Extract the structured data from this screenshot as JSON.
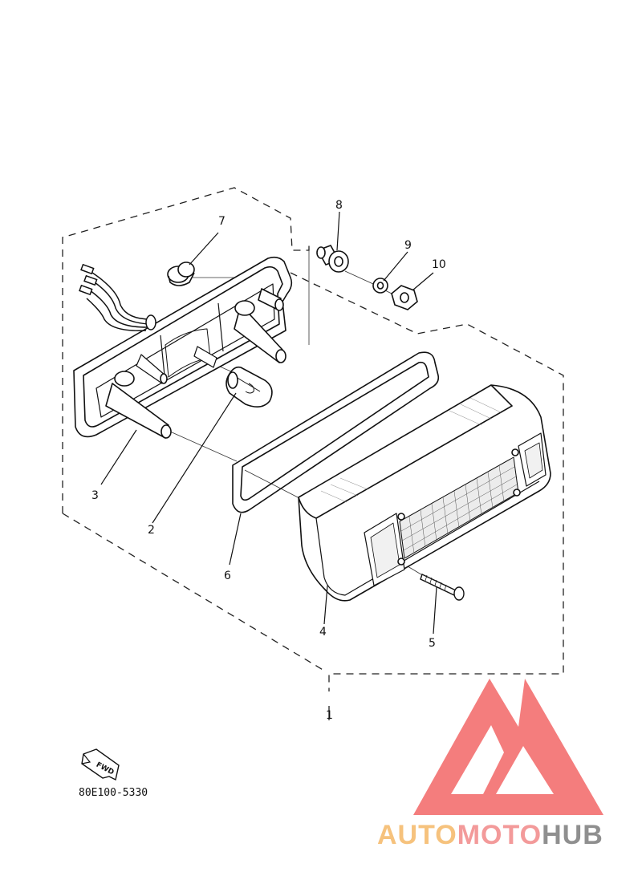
{
  "diagram": {
    "part_labels": [
      {
        "id": "1",
        "text": "1"
      },
      {
        "id": "2",
        "text": "2"
      },
      {
        "id": "3",
        "text": "3"
      },
      {
        "id": "4",
        "text": "4"
      },
      {
        "id": "5",
        "text": "5"
      },
      {
        "id": "6",
        "text": "6"
      },
      {
        "id": "7",
        "text": "7"
      },
      {
        "id": "8",
        "text": "8"
      },
      {
        "id": "9",
        "text": "9"
      },
      {
        "id": "10",
        "text": "10"
      }
    ],
    "direction_badge": "FWD",
    "drawing_code": "80E100-5330"
  },
  "watermark": {
    "part1": "AUTO",
    "part2": "MOTO",
    "part3": "HUB",
    "colors": {
      "auto": "#f6c27d",
      "moto": "#f39a9a",
      "hub": "#8f8f8f",
      "logo": "#f26b6b"
    }
  }
}
